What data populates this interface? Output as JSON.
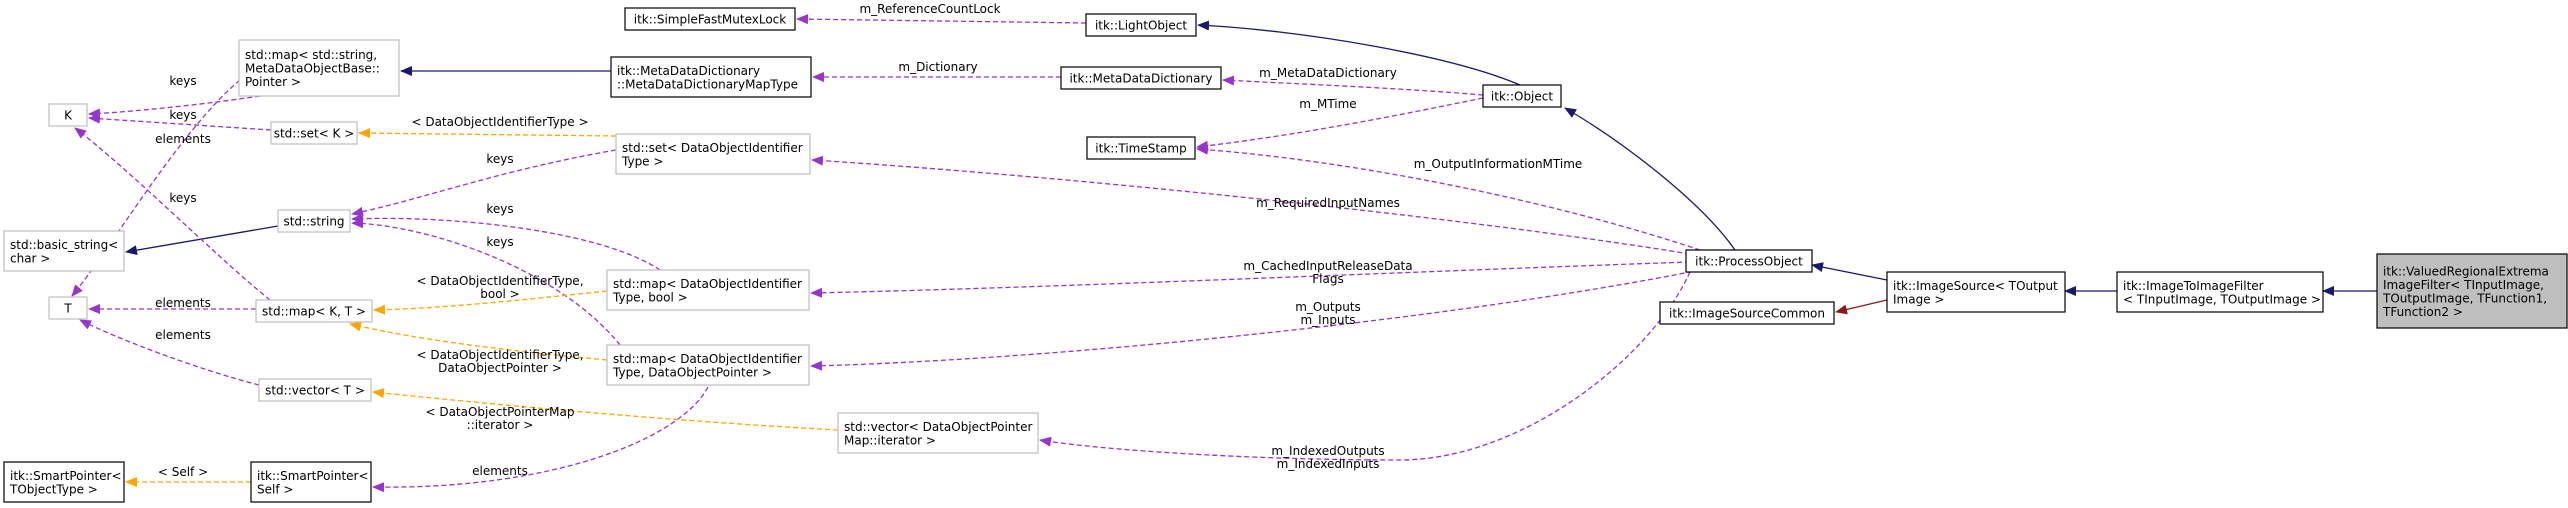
{
  "diagram": {
    "colors": {
      "inherit": "#191970",
      "use": "#9a32cd",
      "template": "#ffa500",
      "protected": "#8b1a1a",
      "border_dark": "#000000",
      "border_light": "#bfbfbf",
      "highlight_fill": "#bfbfbf"
    },
    "nodes": [
      {
        "id": "valued",
        "lines": [
          "itk::ValuedRegionalExtrema",
          "ImageFilter< TInputImage,",
          "TOutputImage, TFunction1,",
          "TFunction2 >"
        ],
        "style": "highlight"
      },
      {
        "id": "i2i",
        "lines": [
          "itk::ImageToImageFilter",
          "< TInputImage, TOutputImage >"
        ],
        "style": "dark"
      },
      {
        "id": "imgsrc",
        "lines": [
          "itk::ImageSource< TOutput",
          "Image >"
        ],
        "style": "dark"
      },
      {
        "id": "procobj",
        "lines": [
          "itk::ProcessObject"
        ],
        "style": "dark"
      },
      {
        "id": "isc",
        "lines": [
          "itk::ImageSourceCommon"
        ],
        "style": "dark"
      },
      {
        "id": "object",
        "lines": [
          "itk::Object"
        ],
        "style": "dark"
      },
      {
        "id": "lightobj",
        "lines": [
          "itk::LightObject"
        ],
        "style": "dark"
      },
      {
        "id": "sfml",
        "lines": [
          "itk::SimpleFastMutexLock"
        ],
        "style": "dark"
      },
      {
        "id": "mdd",
        "lines": [
          "itk::MetaDataDictionary"
        ],
        "style": "dark"
      },
      {
        "id": "mddmap",
        "lines": [
          "itk::MetaDataDictionary",
          "::MetaDataDictionaryMapType"
        ],
        "style": "dark"
      },
      {
        "id": "timestamp",
        "lines": [
          "itk::TimeStamp"
        ],
        "style": "dark"
      },
      {
        "id": "mapstr",
        "lines": [
          "std::map< std::string,",
          "MetaDataObjectBase::",
          "Pointer >"
        ],
        "style": "light"
      },
      {
        "id": "K",
        "lines": [
          "K"
        ],
        "style": "light"
      },
      {
        "id": "setK",
        "lines": [
          "std::set< K >"
        ],
        "style": "light"
      },
      {
        "id": "setDOI",
        "lines": [
          "std::set< DataObjectIdentifier",
          "Type >"
        ],
        "style": "light"
      },
      {
        "id": "string",
        "lines": [
          "std::string"
        ],
        "style": "light"
      },
      {
        "id": "basicstr",
        "lines": [
          "std::basic_string<",
          "char >"
        ],
        "style": "light"
      },
      {
        "id": "T",
        "lines": [
          "T"
        ],
        "style": "light"
      },
      {
        "id": "mapKT",
        "lines": [
          "std::map< K, T >"
        ],
        "style": "light"
      },
      {
        "id": "mapDOIbool",
        "lines": [
          "std::map< DataObjectIdentifier",
          "Type, bool >"
        ],
        "style": "light"
      },
      {
        "id": "mapDOIptr",
        "lines": [
          "std::map< DataObjectIdentifier",
          "Type, DataObjectPointer >"
        ],
        "style": "light"
      },
      {
        "id": "vecT",
        "lines": [
          "std::vector< T >"
        ],
        "style": "light"
      },
      {
        "id": "vecDOPM",
        "lines": [
          "std::vector< DataObjectPointer",
          "Map::iterator >"
        ],
        "style": "light"
      },
      {
        "id": "spT",
        "lines": [
          "itk::SmartPointer<",
          "TObjectType >"
        ],
        "style": "dark"
      },
      {
        "id": "spSelf",
        "lines": [
          "itk::SmartPointer<",
          "Self >"
        ],
        "style": "dark"
      }
    ],
    "edge_labels": [
      {
        "id": "l_refcount",
        "lines": [
          "m_ReferenceCountLock"
        ]
      },
      {
        "id": "l_dict",
        "lines": [
          "m_Dictionary"
        ]
      },
      {
        "id": "l_mdict",
        "lines": [
          "m_MetaDataDictionary"
        ]
      },
      {
        "id": "l_mtime",
        "lines": [
          "m_MTime"
        ]
      },
      {
        "id": "l_outinfo",
        "lines": [
          "m_OutputInformationMTime"
        ]
      },
      {
        "id": "l_reqinput",
        "lines": [
          "m_RequiredInputNames"
        ]
      },
      {
        "id": "l_cached",
        "lines": [
          "m_CachedInputReleaseData",
          "Flags"
        ]
      },
      {
        "id": "l_outputs",
        "lines": [
          "m_Outputs",
          "m_Inputs"
        ]
      },
      {
        "id": "l_indexed",
        "lines": [
          "m_IndexedOutputs",
          "m_IndexedInputs"
        ]
      },
      {
        "id": "l_keys_mapstr",
        "lines": [
          "keys"
        ]
      },
      {
        "id": "l_keys_setK",
        "lines": [
          "keys"
        ]
      },
      {
        "id": "l_elements_mapstr",
        "lines": [
          "elements"
        ]
      },
      {
        "id": "l_keys_mapKT",
        "lines": [
          "keys"
        ]
      },
      {
        "id": "l_doit",
        "lines": [
          "< DataObjectIdentifierType >"
        ]
      },
      {
        "id": "l_keys_setDOI",
        "lines": [
          "keys"
        ]
      },
      {
        "id": "l_keys_bool",
        "lines": [
          "keys"
        ]
      },
      {
        "id": "l_keys_ptr",
        "lines": [
          "keys"
        ]
      },
      {
        "id": "l_elements_mapKT",
        "lines": [
          "elements"
        ]
      },
      {
        "id": "l_elements_vecT",
        "lines": [
          "elements"
        ]
      },
      {
        "id": "l_doit_bool",
        "lines": [
          "< DataObjectIdentifierType,",
          "bool >"
        ]
      },
      {
        "id": "l_doit_ptr",
        "lines": [
          "< DataObjectIdentifierType,",
          "DataObjectPointer >"
        ]
      },
      {
        "id": "l_dopm_iter",
        "lines": [
          "< DataObjectPointerMap",
          "::iterator >"
        ]
      },
      {
        "id": "l_self",
        "lines": [
          "< Self >"
        ]
      },
      {
        "id": "l_elements_spSelf",
        "lines": [
          "elements"
        ]
      }
    ]
  }
}
